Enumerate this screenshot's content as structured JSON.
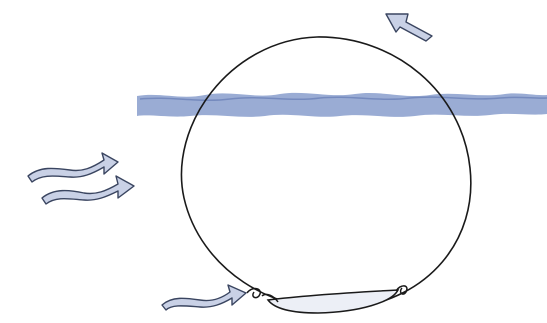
{
  "diagram": {
    "description_free": true,
    "colors": {
      "background": "#ffffff",
      "line": "#1a1a1a",
      "water_fill": "#8fa3cf",
      "water_fill_light": "#b4c2e2",
      "arrow_fill": "#c9d1e6",
      "arrow_stroke": "#3a4560",
      "lens_fill": "#eceff6"
    },
    "elements": {
      "circle": {
        "name": "circle-outline"
      },
      "water_band": {
        "name": "water-band"
      },
      "arrows": [
        {
          "name": "arrow-up-left-top"
        },
        {
          "name": "wavy-arrow-left-upper"
        },
        {
          "name": "wavy-arrow-left-lower"
        },
        {
          "name": "wavy-arrow-bottom"
        }
      ],
      "lens": {
        "name": "bottom-lens-shape"
      },
      "swirls": [
        {
          "name": "swirl-mark-left"
        },
        {
          "name": "swirl-mark-right"
        }
      ]
    }
  }
}
